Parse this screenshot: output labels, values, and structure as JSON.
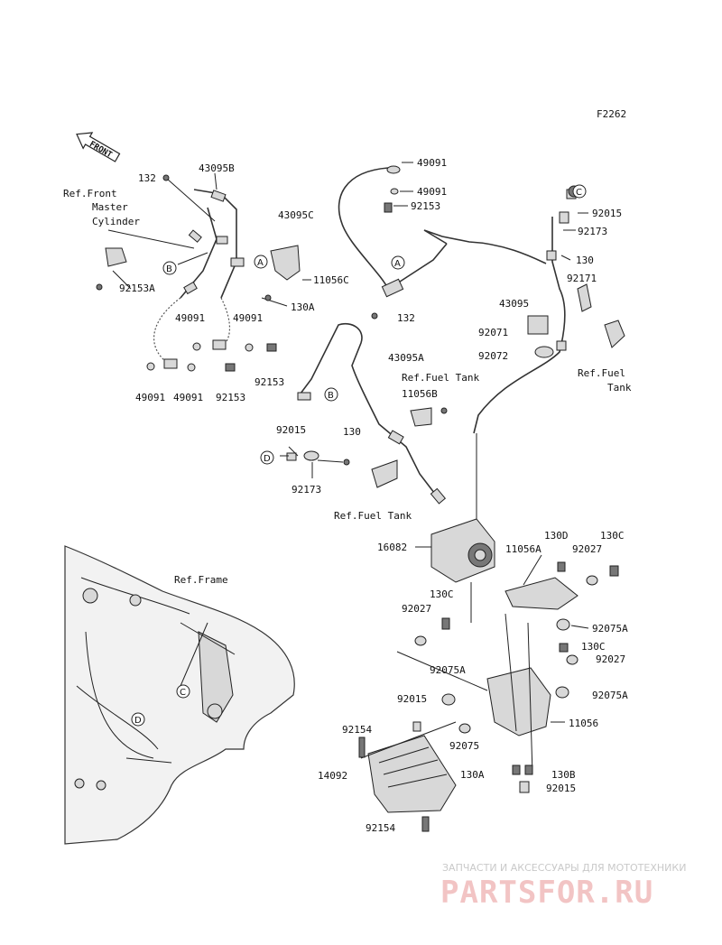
{
  "figure_id": "F2262",
  "front_arrow": "FRONT",
  "refs": {
    "front_master_cylinder": [
      "Ref.Front",
      "Master",
      "Cylinder"
    ],
    "fuel_tank_right": [
      "Ref.Fuel",
      "Tank"
    ],
    "fuel_tank_mid": "Ref.Fuel Tank",
    "fuel_tank_bottom": "Ref.Fuel Tank",
    "frame": "Ref.Frame"
  },
  "callouts": [
    "A",
    "B",
    "C",
    "D"
  ],
  "parts": {
    "p132_top": "132",
    "p43095B": "43095B",
    "p92153A": "92153A",
    "p49091_a": "49091",
    "p49091_b": "49091",
    "p49091_c": "49091",
    "p49091_d": "49091",
    "p92153_left": "92153",
    "p92153_left2": "92153",
    "p11056C": "11056C",
    "p130A": "130A",
    "p49091_top1": "49091",
    "p49091_top2": "49091",
    "p92153_top": "92153",
    "p43095C": "43095C",
    "p132_mid": "132",
    "p43095A": "43095A",
    "p11056B": "11056B",
    "p92015_left": "92015",
    "p130_left": "130",
    "p92173_left": "92173",
    "p92015_right": "92015",
    "p92173_right": "92173",
    "p130_right": "130",
    "p92171": "92171",
    "p43095": "43095",
    "p92071": "92071",
    "p92072": "92072",
    "p16082": "16082",
    "p11056A": "11056A",
    "p130D": "130D",
    "p92027_a": "92027",
    "p130C_a": "130C",
    "p130C_b": "130C",
    "p92027_b": "92027",
    "p92075A_a": "92075A",
    "p130C_c": "130C",
    "p92027_c": "92027",
    "p92075A_b": "92075A",
    "p92075A_c": "92075A",
    "p92015_low": "92015",
    "p11056": "11056",
    "p92154_a": "92154",
    "p92075": "92075",
    "p14092": "14092",
    "p130A_low": "130A",
    "p130B": "130B",
    "p92015_bottom": "92015",
    "p92154_b": "92154"
  },
  "watermark": {
    "top": "ЗАПЧАСТИ И АКСЕССУАРЫ ДЛЯ МОТОТЕХНИКИ",
    "main": "PARTSFOR.RU"
  }
}
